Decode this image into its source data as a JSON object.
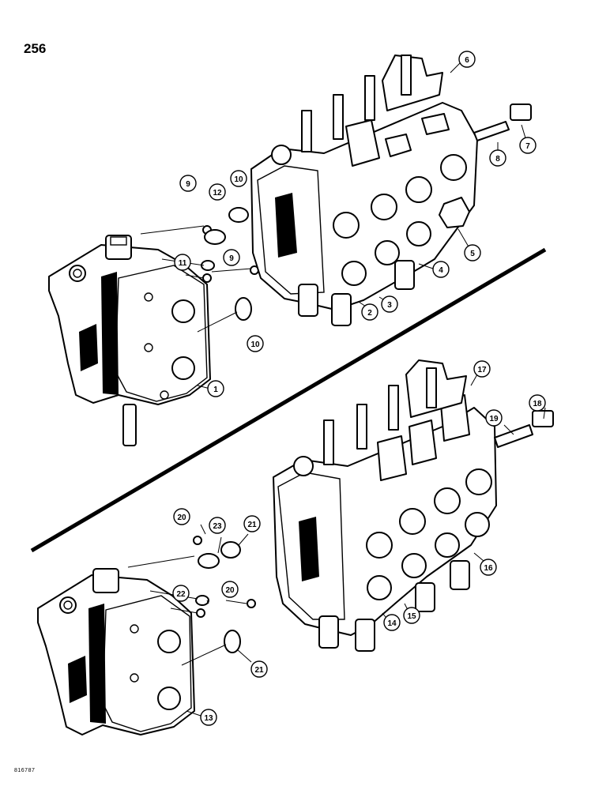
{
  "page_number": "256",
  "figure_id": "816787",
  "callouts": [
    {
      "id": "c1",
      "label": "1"
    },
    {
      "id": "c2",
      "label": "2"
    },
    {
      "id": "c3",
      "label": "3"
    },
    {
      "id": "c4",
      "label": "4"
    },
    {
      "id": "c5",
      "label": "5"
    },
    {
      "id": "c6",
      "label": "6"
    },
    {
      "id": "c7",
      "label": "7"
    },
    {
      "id": "c8",
      "label": "8"
    },
    {
      "id": "c9a",
      "label": "9"
    },
    {
      "id": "c9b",
      "label": "9"
    },
    {
      "id": "c10a",
      "label": "10"
    },
    {
      "id": "c10b",
      "label": "10"
    },
    {
      "id": "c11",
      "label": "11"
    },
    {
      "id": "c12",
      "label": "12"
    },
    {
      "id": "c13",
      "label": "13"
    },
    {
      "id": "c14",
      "label": "14"
    },
    {
      "id": "c15",
      "label": "15"
    },
    {
      "id": "c16",
      "label": "16"
    },
    {
      "id": "c17",
      "label": "17"
    },
    {
      "id": "c18",
      "label": "18"
    },
    {
      "id": "c19",
      "label": "19"
    },
    {
      "id": "c20a",
      "label": "20"
    },
    {
      "id": "c20b",
      "label": "20"
    },
    {
      "id": "c21a",
      "label": "21"
    },
    {
      "id": "c21b",
      "label": "21"
    },
    {
      "id": "c22",
      "label": "22"
    },
    {
      "id": "c23",
      "label": "23"
    }
  ]
}
